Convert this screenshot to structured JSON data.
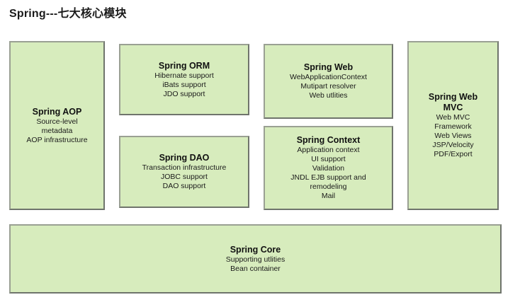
{
  "page": {
    "title": "Spring---七大核心模块",
    "background_color": "#ffffff",
    "box_fill_color": "#d7ecbd",
    "box_border_color": "#8a8f85"
  },
  "modules": [
    {
      "id": "spring-aop",
      "title": "Spring AOP",
      "lines": [
        "Source-level",
        "metadata",
        "AOP infrastructure"
      ]
    },
    {
      "id": "spring-orm",
      "title": "Spring ORM",
      "lines": [
        "Hibernate support",
        "iBats support",
        "JDO support"
      ]
    },
    {
      "id": "spring-dao",
      "title": "Spring DAO",
      "lines": [
        "Transaction infrastructure",
        "JOBC support",
        "DAO support"
      ]
    },
    {
      "id": "spring-web",
      "title": "Spring Web",
      "lines": [
        "WebApplicationContext",
        "Mutipart resolver",
        "Web utlities"
      ]
    },
    {
      "id": "spring-context",
      "title": "Spring Context",
      "lines": [
        "Application context",
        "UI support",
        "Validation",
        "JNDL EJB support and",
        "remodeling",
        "Mail"
      ]
    },
    {
      "id": "spring-web-mvc",
      "title": "Spring Web\nMVC",
      "lines": [
        "Web MVC",
        "Framework",
        "Web Views",
        "JSP/Velocity",
        "PDF/Export"
      ]
    },
    {
      "id": "spring-core",
      "title": "Spring Core",
      "lines": [
        "Supporting utlities",
        "Bean container"
      ]
    }
  ]
}
